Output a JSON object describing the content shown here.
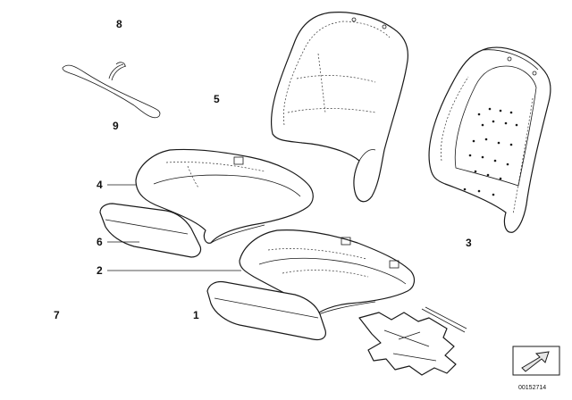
{
  "diagram": {
    "part_labels": {
      "p1": "1",
      "p2": "2",
      "p3": "3",
      "p4": "4",
      "p5": "5",
      "p6": "6",
      "p7": "7",
      "p8": "8",
      "p9": "9"
    },
    "reference_code": "00152714",
    "colors": {
      "line": "#1a1a1a",
      "background": "#ffffff",
      "shade": "#e6e6e6"
    },
    "icons": [
      "direction-arrow-icon"
    ]
  }
}
